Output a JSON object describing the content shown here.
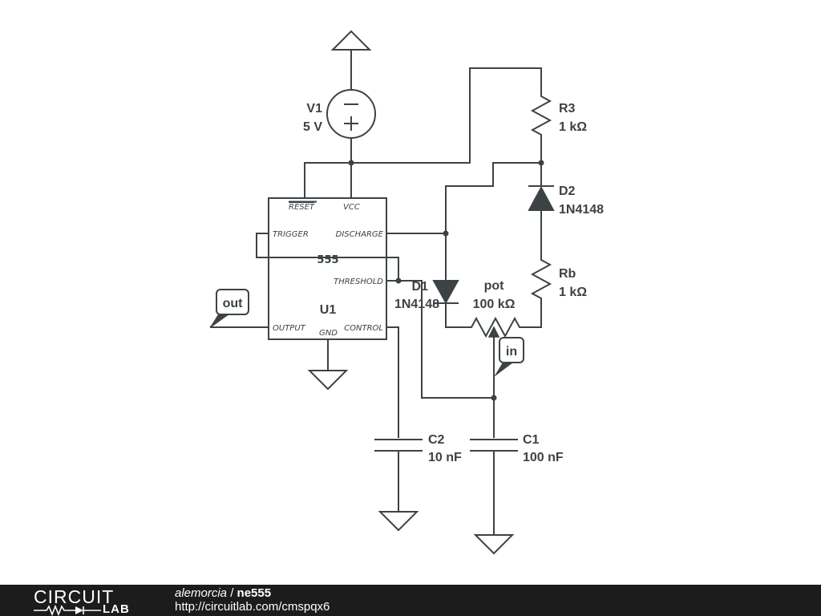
{
  "schematic": {
    "v1": {
      "name": "V1",
      "value": "5 V"
    },
    "r3": {
      "name": "R3",
      "value": "1 kΩ"
    },
    "d2": {
      "name": "D2",
      "value": "1N4148"
    },
    "rb": {
      "name": "Rb",
      "value": "1 kΩ"
    },
    "d1": {
      "name": "D1",
      "value": "1N4148"
    },
    "pot": {
      "name": "pot",
      "value": "100 kΩ"
    },
    "c1": {
      "name": "C1",
      "value": "100 nF"
    },
    "c2": {
      "name": "C2",
      "value": "10 nF"
    },
    "u1": {
      "name": "U1",
      "part": "555",
      "pins": {
        "reset": "RESET",
        "vcc": "VCC",
        "trigger": "TRIGGER",
        "discharge": "DISCHARGE",
        "threshold": "THRESHOLD",
        "output": "OUTPUT",
        "gnd": "GND",
        "control": "CONTROL"
      }
    },
    "flags": {
      "out": "out",
      "in": "in"
    }
  },
  "footer": {
    "logo_top": "CIRCUIT",
    "logo_bottom": "LAB",
    "author": "alemorcia",
    "separator": " / ",
    "title": "ne555",
    "url": "http://circuitlab.com/cmspqx6"
  }
}
